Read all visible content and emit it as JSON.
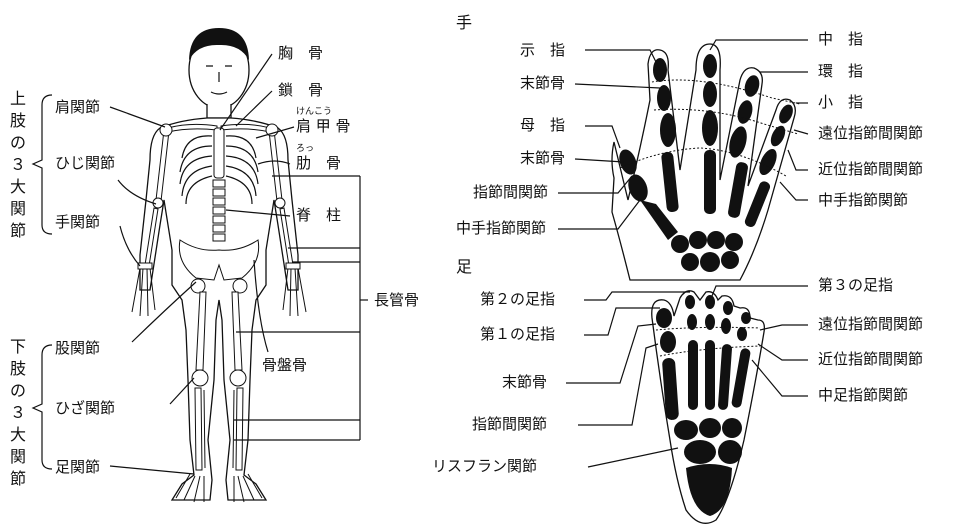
{
  "body": {
    "upper_group": "上肢の３大関節",
    "lower_group": "下肢の３大関節",
    "shoulder": "肩関節",
    "elbow": "ひじ関節",
    "wrist": "手関節",
    "hip": "股関節",
    "knee": "ひざ関節",
    "ankle": "足関節",
    "sternum": "胸　骨",
    "clavicle": "鎖　骨",
    "scapula_ruby": "けんこう",
    "scapula": "肩 甲 骨",
    "rib_ruby": "ろっ",
    "rib": "肋　骨",
    "spine": "脊　柱",
    "long_bone": "長管骨",
    "pelvis": "骨盤骨"
  },
  "hand": {
    "title": "手",
    "index_finger": "示　指",
    "distal_phalanx_1": "末節骨",
    "thumb": "母　指",
    "distal_phalanx_2": "末節骨",
    "ip_joint": "指節間関節",
    "mcp_joint_left": "中手指節関節",
    "middle_finger": "中　指",
    "ring_finger": "環　指",
    "little_finger": "小　指",
    "dip_joint": "遠位指節間関節",
    "pip_joint": "近位指節間関節",
    "mcp_joint_right": "中手指節関節"
  },
  "foot": {
    "title": "足",
    "second_toe": "第２の足指",
    "first_toe": "第１の足指",
    "distal_phalanx": "末節骨",
    "ip_joint": "指節間関節",
    "lisfranc": "リスフラン関節",
    "third_toe": "第３の足指",
    "dip_joint": "遠位指節間関節",
    "pip_joint": "近位指節間関節",
    "mtp_joint": "中足指節関節"
  }
}
